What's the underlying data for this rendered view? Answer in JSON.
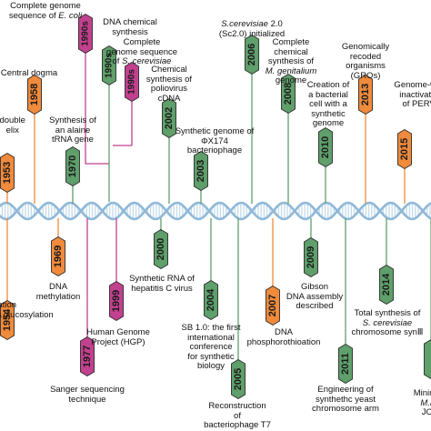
{
  "colors": {
    "orange": "#f08a3c",
    "green": "#5f9f6b",
    "magenta": "#c2418f",
    "helix_strand": "#8fb8d8",
    "helix_rung": "#c4dbeb",
    "stroke": "#2b2b2b"
  },
  "events": [
    {
      "id": "e1953",
      "year": "1953",
      "color": "orange",
      "side": "above",
      "label": [
        "double",
        "elix"
      ]
    },
    {
      "id": "e1954",
      "year": "1954",
      "color": "orange",
      "side": "below",
      "label": [
        "lation",
        "A glucosylation"
      ]
    },
    {
      "id": "e1958",
      "year": "1958",
      "color": "orange",
      "side": "above",
      "label": [
        "Central dogma"
      ]
    },
    {
      "id": "e1969",
      "year": "1969",
      "color": "orange",
      "side": "below",
      "label": [
        "DNA",
        "methylation"
      ]
    },
    {
      "id": "e1970",
      "year": "1970",
      "color": "green",
      "side": "above",
      "label": [
        "Synthesis of",
        "an alaine",
        "tRNA gene"
      ]
    },
    {
      "id": "e1977",
      "year": "1977",
      "color": "magenta",
      "side": "below",
      "label": [
        "Sanger sequencing",
        "technique"
      ]
    },
    {
      "id": "e1990a",
      "year": "1990s",
      "color": "magenta",
      "side": "above",
      "label": [
        "Complete genome",
        "sequence of E. coli"
      ]
    },
    {
      "id": "e1990b",
      "year": "1990s",
      "color": "green",
      "side": "above",
      "label": [
        "DNA chemical",
        "synthesis"
      ]
    },
    {
      "id": "e1990c",
      "year": "1990s",
      "color": "magenta",
      "side": "above",
      "label": [
        "Complete",
        "genome sequence",
        "of S. cerevisiae"
      ]
    },
    {
      "id": "e1999",
      "year": "1999",
      "color": "magenta",
      "side": "below",
      "label": [
        "Human Genome",
        "Project (HGP)"
      ]
    },
    {
      "id": "e2000",
      "year": "2000",
      "color": "green",
      "side": "below",
      "label": [
        "Synthetic RNA of",
        "hepatitis C virus"
      ]
    },
    {
      "id": "e2002",
      "year": "2002",
      "color": "green",
      "side": "above",
      "label": [
        "Chemical",
        "synthesis of",
        "poliovirus",
        "cDNA"
      ]
    },
    {
      "id": "e2003",
      "year": "2003",
      "color": "green",
      "side": "above",
      "label": [
        "Synthetic genome of",
        "ΦX174",
        "bacteriophage"
      ]
    },
    {
      "id": "e2004",
      "year": "2004",
      "color": "green",
      "side": "below",
      "label": [
        "SB 1.0: the first",
        "international",
        "conference",
        "for synthetic",
        "biology"
      ]
    },
    {
      "id": "e2005",
      "year": "2005",
      "color": "green",
      "side": "below",
      "label": [
        "Reconstruction",
        "of",
        "bacteriophage T7"
      ]
    },
    {
      "id": "e2006",
      "year": "2006",
      "color": "green",
      "side": "above",
      "label": [
        "S.cerevisiae 2.0",
        "(Sc2.0) initialized"
      ]
    },
    {
      "id": "e2007",
      "year": "2007",
      "color": "orange",
      "side": "below",
      "label": [
        "DNA",
        "phosphorothioation"
      ]
    },
    {
      "id": "e2008",
      "year": "2008",
      "color": "green",
      "side": "above",
      "label": [
        "Complete",
        "chemical",
        "synthesis of",
        "M. genitalium",
        "genome"
      ]
    },
    {
      "id": "e2009",
      "year": "2009",
      "color": "green",
      "side": "below",
      "label": [
        "Gibson",
        "DNA assembly",
        "described"
      ]
    },
    {
      "id": "e2010",
      "year": "2010",
      "color": "green",
      "side": "above",
      "label": [
        "Creation of",
        "a bacterial",
        "cell with a",
        "synthetic",
        "genome"
      ]
    },
    {
      "id": "e2011",
      "year": "2011",
      "color": "green",
      "side": "below",
      "label": [
        "Engineering of",
        "synthethc yeast",
        "chromosome arm"
      ]
    },
    {
      "id": "e2013",
      "year": "2013",
      "color": "orange",
      "side": "above",
      "label": [
        "Genomically",
        "recoded",
        "organisms",
        "(GROs)"
      ]
    },
    {
      "id": "e2014",
      "year": "2014",
      "color": "green",
      "side": "below",
      "label": [
        "Total synthesis of",
        "S. cerevisiae",
        "chromosome synⅢ"
      ]
    },
    {
      "id": "e2015",
      "year": "2015",
      "color": "orange",
      "side": "above",
      "label": [
        "Genome-wide",
        "inactivation",
        "of PERVs"
      ]
    },
    {
      "id": "e2016",
      "year": "",
      "color": "green",
      "side": "below",
      "label": [
        "Minimum",
        "M.my",
        "JCVI"
      ]
    }
  ]
}
